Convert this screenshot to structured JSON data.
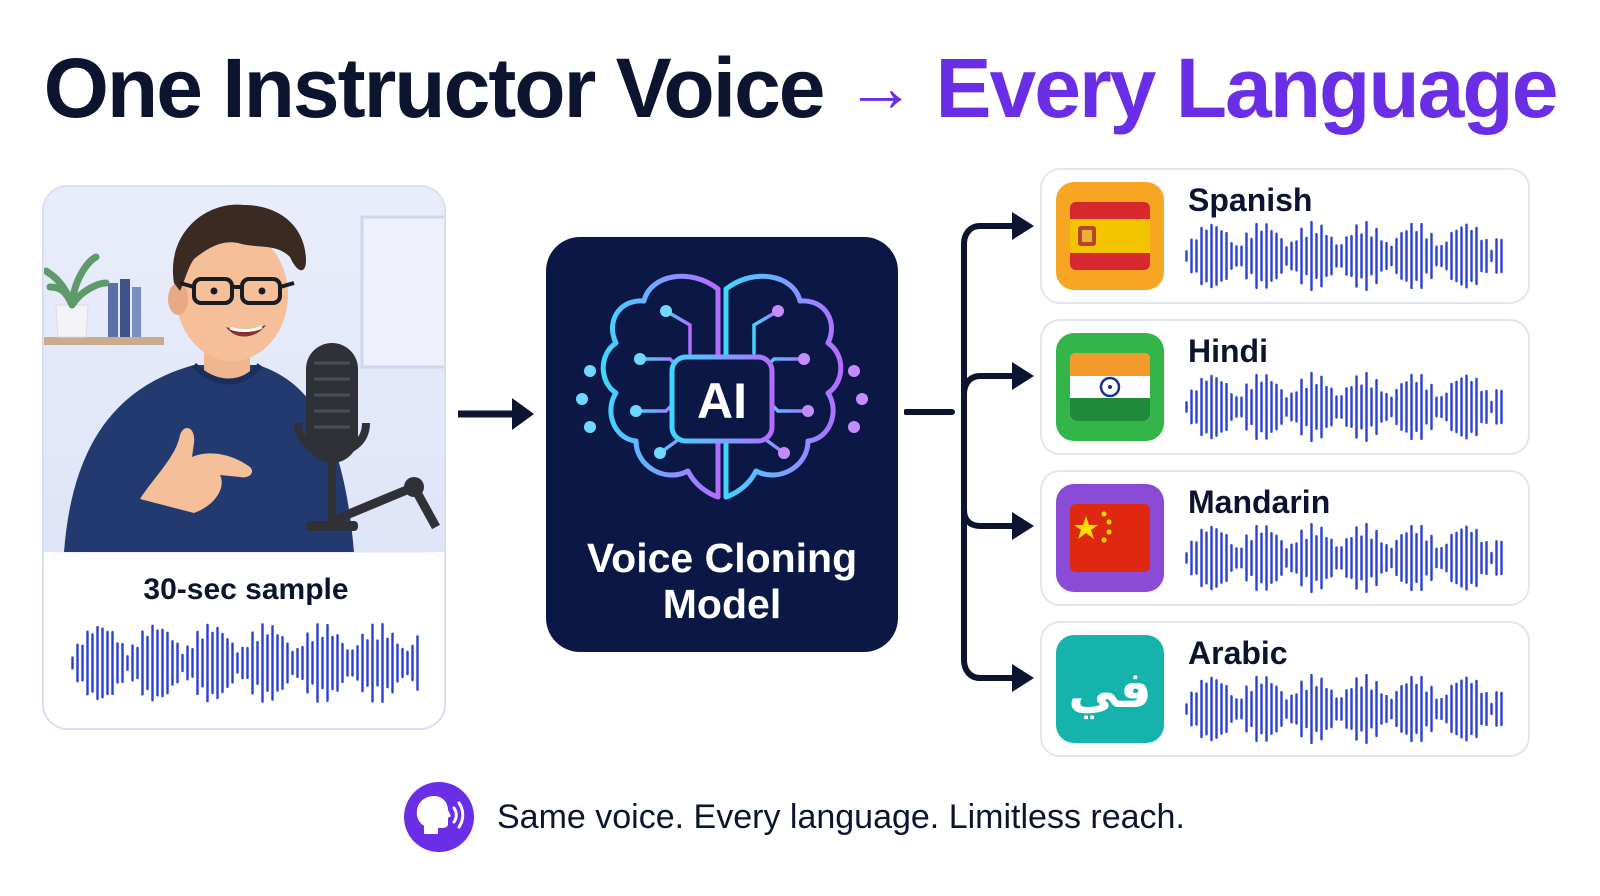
{
  "title": {
    "left": "One Instructor Voice",
    "arrow": "→",
    "right": "Every Language"
  },
  "sample": {
    "label": "30-sec sample"
  },
  "model": {
    "badge": "AI",
    "line1": "Voice Cloning",
    "line2": "Model"
  },
  "languages": [
    {
      "name": "Spanish",
      "tile_color": "#f6a623"
    },
    {
      "name": "Hindi",
      "tile_color": "#34b54a"
    },
    {
      "name": "Mandarin",
      "tile_color": "#8a4bd6"
    },
    {
      "name": "Arabic",
      "tile_color": "#16b3ad",
      "glyph": "في"
    }
  ],
  "footer": {
    "text": "Same voice. Every language. Limitless reach."
  },
  "colors": {
    "navy": "#0d1430",
    "purple": "#6a2ee6",
    "wave": "#2a3fd4",
    "ai_box": "#0b1846"
  },
  "icons": {
    "footer": "speaking-head-icon",
    "model": "brain-circuit-icon"
  }
}
